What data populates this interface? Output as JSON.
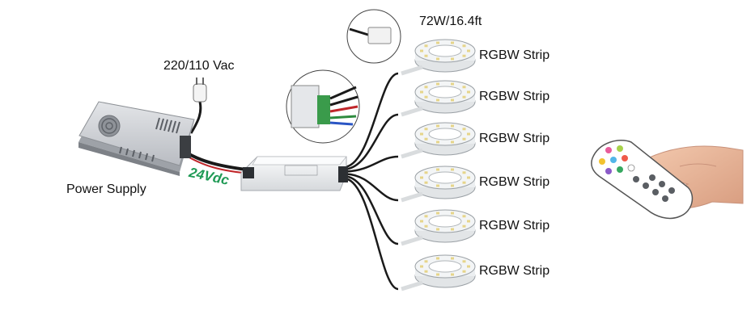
{
  "labels": {
    "mains_voltage": "220/110 Vac",
    "power_supply": "Power Supply",
    "dc_voltage": "24Vdc",
    "strip_rating": "72W/16.4ft"
  },
  "strips": [
    {
      "label": "RGBW Strip"
    },
    {
      "label": "RGBW Strip"
    },
    {
      "label": "RGBW Strip"
    },
    {
      "label": "RGBW Strip"
    },
    {
      "label": "RGBW Strip"
    },
    {
      "label": "RGBW Strip"
    }
  ],
  "colors": {
    "dc_voltage": "#1f9a55",
    "psu_body": "#c9ccd1",
    "cable": "#1a1a1a",
    "controller": "#eef0f2",
    "strip": "#f1f3f4",
    "remote": "#ffffff",
    "hand": "#e9b79a"
  },
  "icons": {
    "power_supply": "power-supply-unit",
    "plug": "euro-plug",
    "controller": "rgbw-controller",
    "strip": "led-strip-reel",
    "remote": "rf-remote",
    "hand": "hand"
  }
}
